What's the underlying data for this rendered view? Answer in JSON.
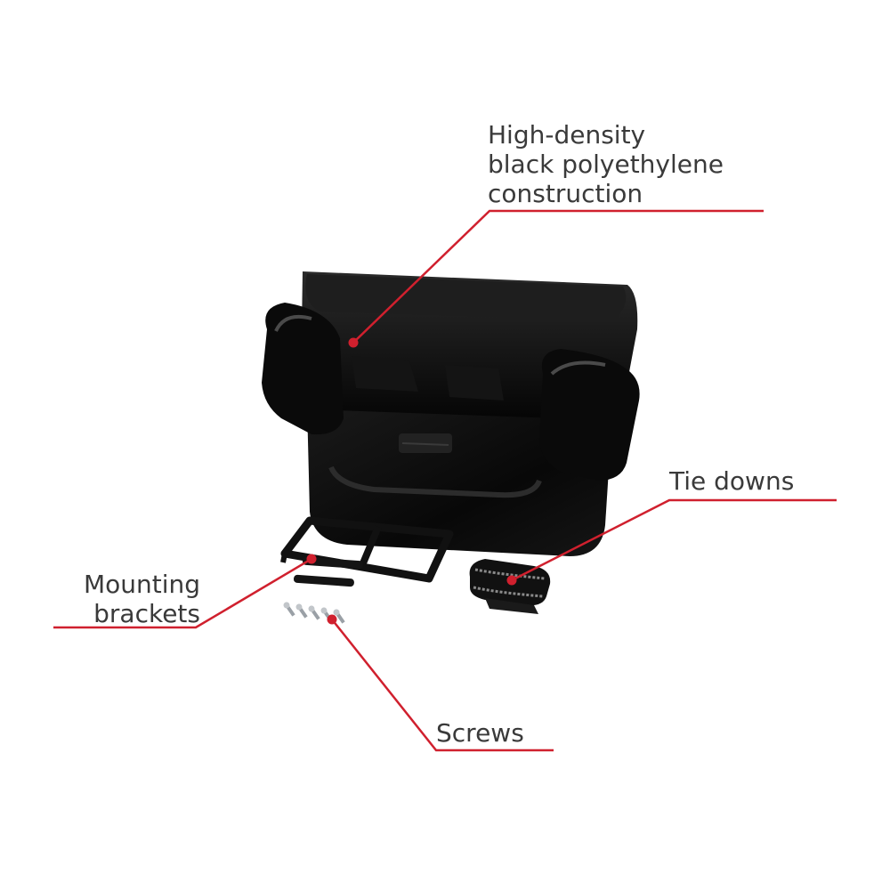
{
  "accent_color": "#d0202e",
  "product_color": "#0b0b0b",
  "callouts": {
    "construction": {
      "lines": [
        "High-density",
        "black polyethylene",
        "construction"
      ]
    },
    "tie_downs": {
      "lines": [
        "Tie downs"
      ]
    },
    "mounting_brackets": {
      "lines": [
        "Mounting",
        "brackets"
      ]
    },
    "screws": {
      "lines": [
        "Screws"
      ]
    }
  }
}
